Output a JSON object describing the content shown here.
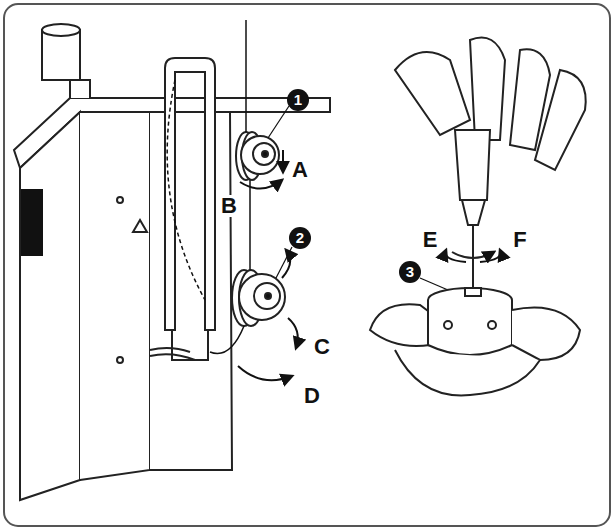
{
  "diagram": {
    "labels": [
      "1",
      "A",
      "B",
      "2",
      "C",
      "D",
      "E",
      "F",
      "3"
    ]
  }
}
